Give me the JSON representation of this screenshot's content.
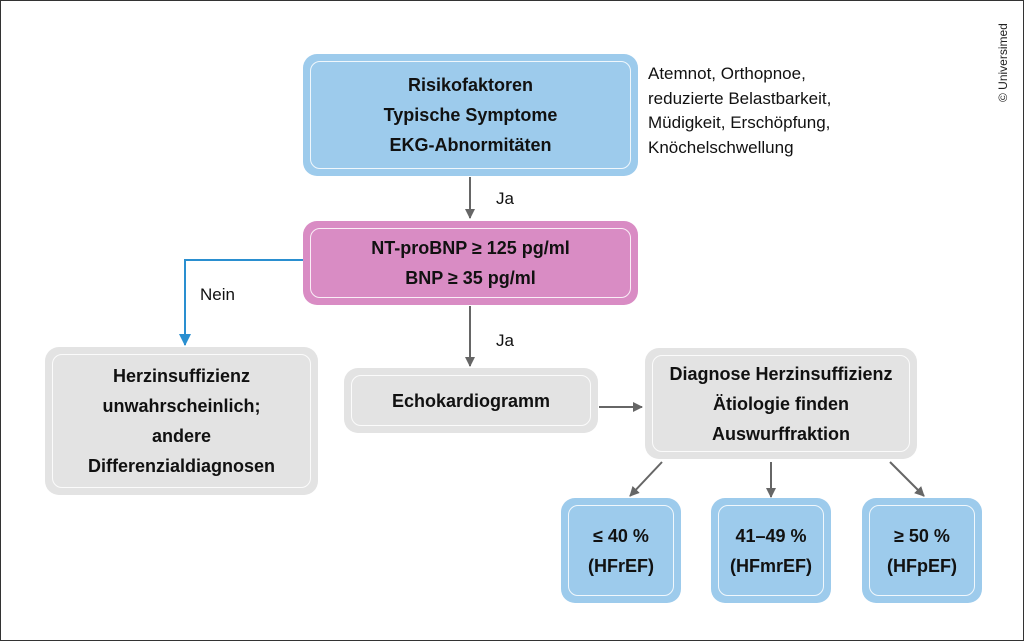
{
  "copyright": "© Universimed",
  "start": {
    "lines": [
      "Risikofaktoren",
      "Typische Symptome",
      "EKG-Abnormitäten"
    ]
  },
  "symptoms": [
    "Atemnot, Orthopnoe,",
    "reduzierte Belastbarkeit,",
    "Müdigkeit, Erschöpfung,",
    "Knöchelschwellung"
  ],
  "biomarker": {
    "lines": [
      "NT-proBNP ≥ 125 pg/ml",
      "BNP ≥ 35 pg/ml"
    ]
  },
  "unlikely": {
    "lines": [
      "Herzinsuffizienz",
      "unwahrscheinlich;",
      "andere",
      "Differenzialdiagnosen"
    ]
  },
  "echo": {
    "label": "Echokardiogramm"
  },
  "diagnosis": {
    "lines": [
      "Diagnose Herzinsuffizienz",
      "Ätiologie finden",
      "Auswurffraktion"
    ]
  },
  "ef": [
    {
      "value": "≤ 40 %",
      "type": "(HFrEF)"
    },
    {
      "value": "41–49 %",
      "type": "(HFmrEF)"
    },
    {
      "value": "≥ 50 %",
      "type": "(HFpEF)"
    }
  ],
  "edges": {
    "yes1": "Ja",
    "yes2": "Ja",
    "no": "Nein"
  },
  "colors": {
    "blue": "#9dcbec",
    "pink": "#d98cc4",
    "gray": "#e3e3e3",
    "no_arrow": "#2a8fd0",
    "arrow": "#666666"
  }
}
